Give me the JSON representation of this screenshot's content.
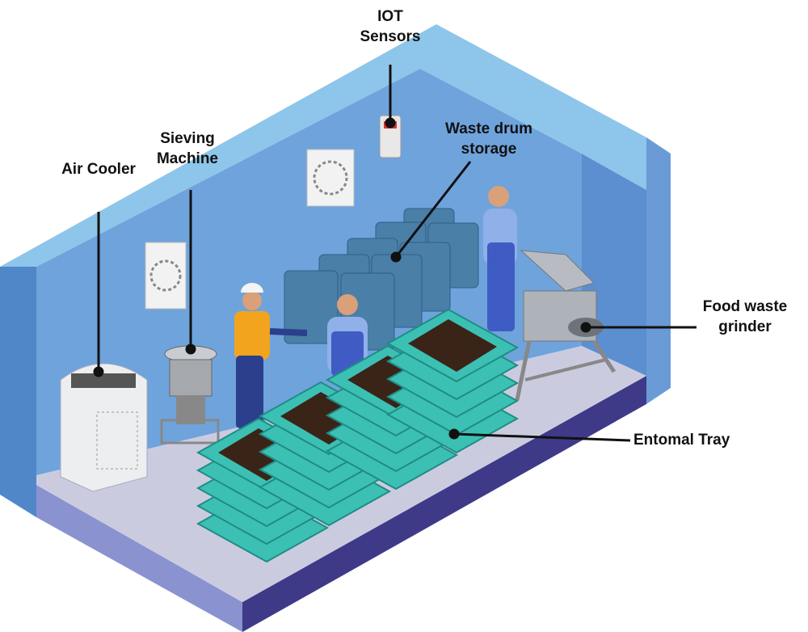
{
  "labels": {
    "iot_sensors": [
      "IOT",
      "Sensors"
    ],
    "waste_drum_storage": [
      "Waste drum",
      "storage"
    ],
    "sieving_machine": [
      "Sieving",
      "Machine"
    ],
    "air_cooler": "Air Cooler",
    "food_waste_grinder": [
      "Food waste",
      "grinder"
    ],
    "entomal_tray": "Entomal Tray"
  },
  "colors": {
    "rim": "#8ec5ea",
    "back_wall": "#6fa3dc",
    "end_wall": "#5b8fd0",
    "floor": "#cbcbe0",
    "base_left": "#8a93d0",
    "base_right": "#3e3a88",
    "tray": "#3cc0b4",
    "compost": "#3a2418"
  }
}
